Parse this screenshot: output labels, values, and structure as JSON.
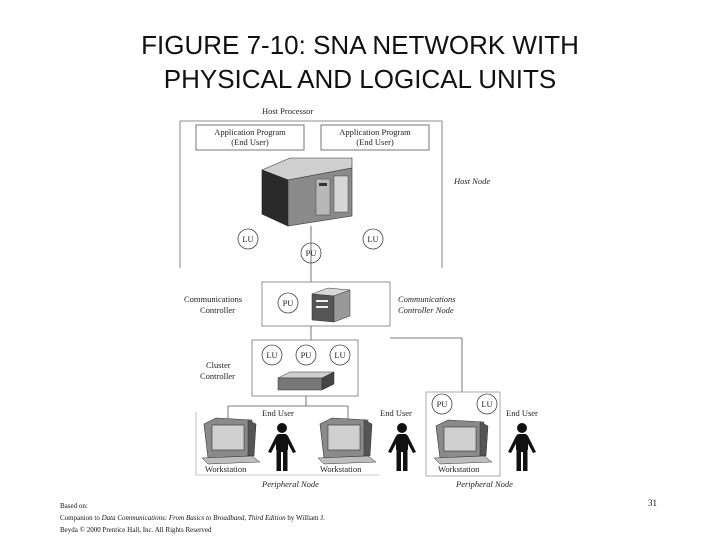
{
  "title": {
    "line1": "FIGURE 7-10: SNA NETWORK WITH",
    "line2": "PHYSICAL AND LOGICAL UNITS"
  },
  "diagram": {
    "host_processor": "Host Processor",
    "app1_line1": "Application Program",
    "app1_line2": "(End User)",
    "app2_line1": "Application Program",
    "app2_line2": "(End User)",
    "host_node": "Host Node",
    "lu": "LU",
    "pu": "PU",
    "comm_ctrl_line1": "Communications",
    "comm_ctrl_line2": "Controller",
    "comm_node_line1": "Communications",
    "comm_node_line2": "Controller Node",
    "cluster_line1": "Cluster",
    "cluster_line2": "Controller",
    "end_user": "End User",
    "workstation": "Workstation",
    "peripheral_node": "Peripheral Node"
  },
  "footer": {
    "line1": "Based on:",
    "line2_prefix": "Companion to",
    "line2_italic": "Data Communications: From Basics to Broadband, Third Edition",
    "line2_suffix": "by William J.",
    "line3": "Beyda © 2000 Prentice Hall, Inc. All Rights Reserved"
  },
  "page_number": "31",
  "colors": {
    "text": "#111111",
    "line": "#555555",
    "figure": "#111111"
  }
}
